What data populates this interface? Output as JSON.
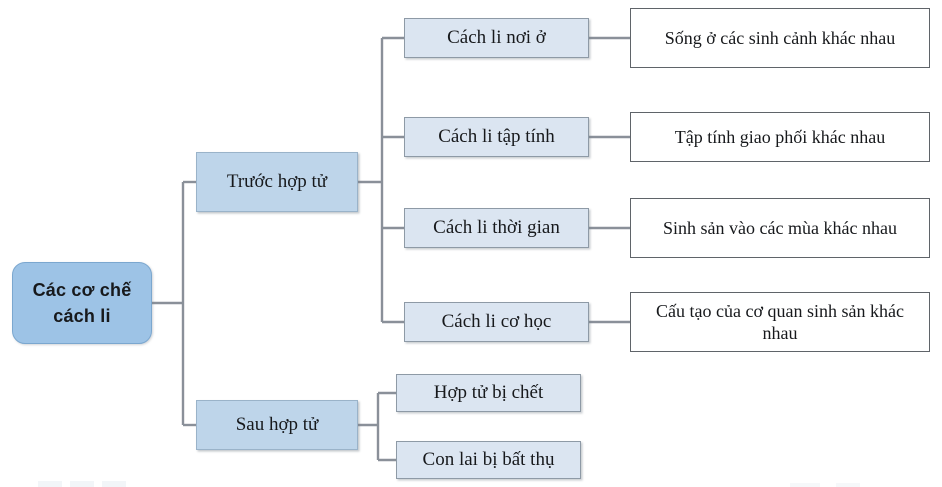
{
  "diagram": {
    "title": "Các cơ chế cách li",
    "root": {
      "label": "Các cơ chế\ncách li",
      "fill": "#9dc3e6"
    },
    "branches": [
      {
        "label": "Trước hợp tử",
        "fill": "#bed5ea",
        "children": [
          {
            "label": "Cách li nơi ở",
            "fill": "#dbe5f1",
            "description": "Sống ở các sinh cảnh khác nhau"
          },
          {
            "label": "Cách li tập tính",
            "fill": "#dbe5f1",
            "description": "Tập tính giao phối khác nhau"
          },
          {
            "label": "Cách li thời gian",
            "fill": "#dbe5f1",
            "description": "Sinh sản vào các mùa khác nhau"
          },
          {
            "label": "Cách li cơ học",
            "fill": "#dbe5f1",
            "description": "Cấu tạo của cơ quan sinh sản khác nhau"
          }
        ]
      },
      {
        "label": "Sau hợp tử",
        "fill": "#bed5ea",
        "children": [
          {
            "label": "Hợp tử bị chết",
            "fill": "#dbe5f1",
            "description": ""
          },
          {
            "label": "Con lai bị bất thụ",
            "fill": "#dbe5f1",
            "description": ""
          }
        ]
      }
    ],
    "connector_color": "#8a9099"
  }
}
